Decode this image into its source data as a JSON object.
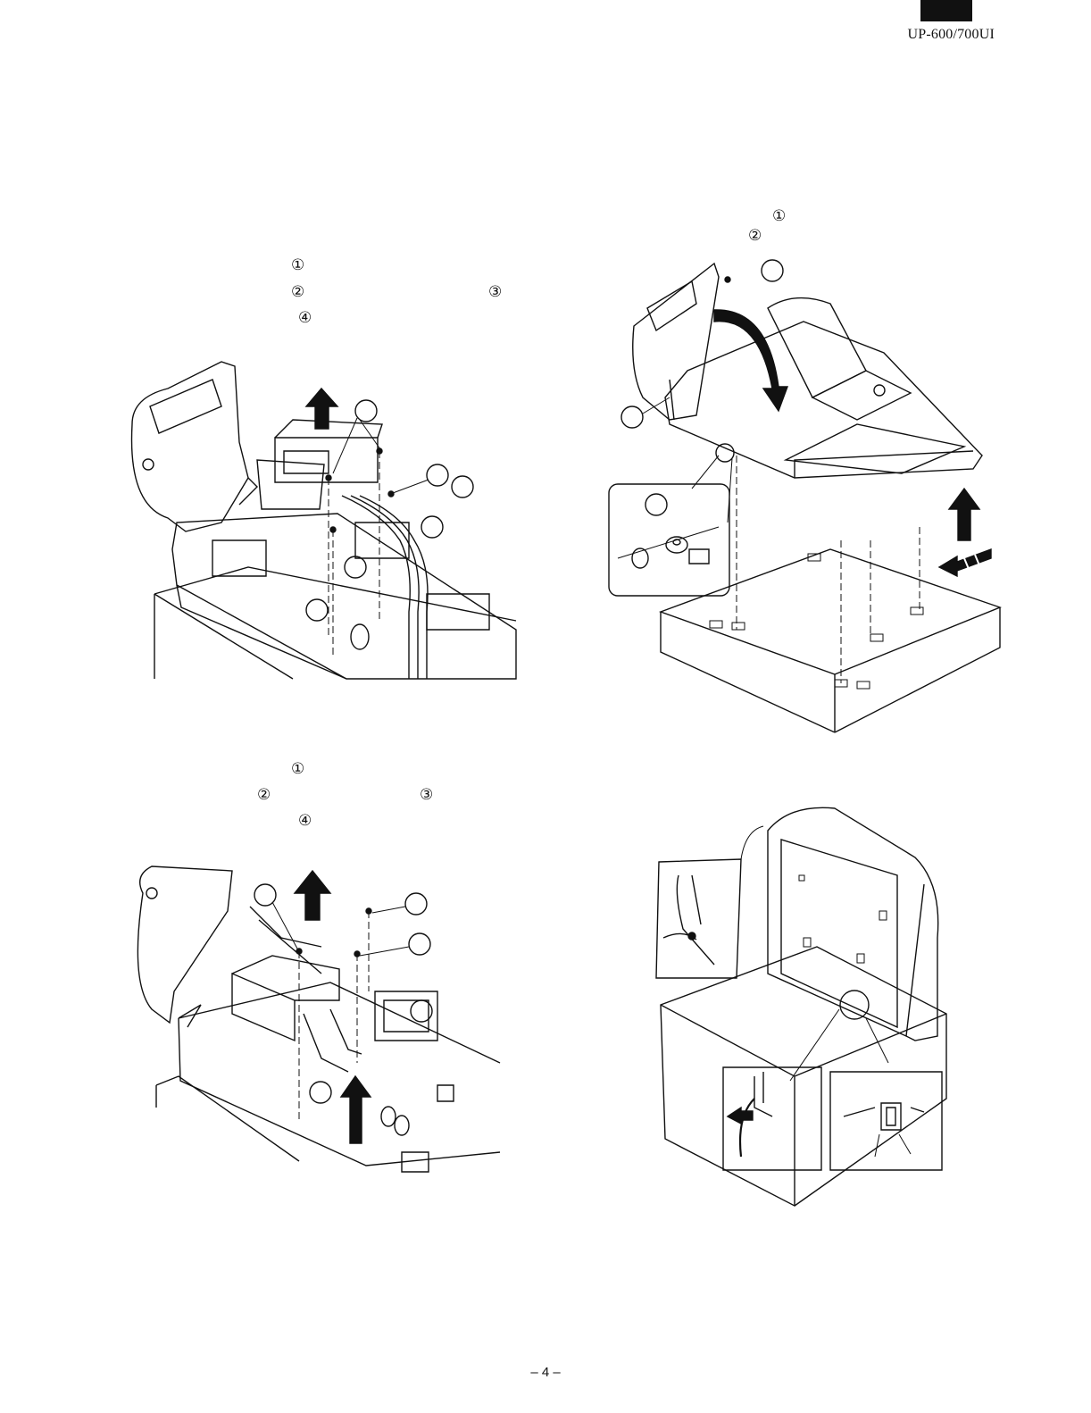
{
  "header": {
    "model": "UP-600/700UI"
  },
  "steps": {
    "step_1": "①",
    "step_2": "②",
    "step_3": "③",
    "step_4": "④"
  },
  "footer": {
    "page": "– 4 –"
  },
  "colors": {
    "ink": "#111111",
    "paper": "#ffffff"
  }
}
